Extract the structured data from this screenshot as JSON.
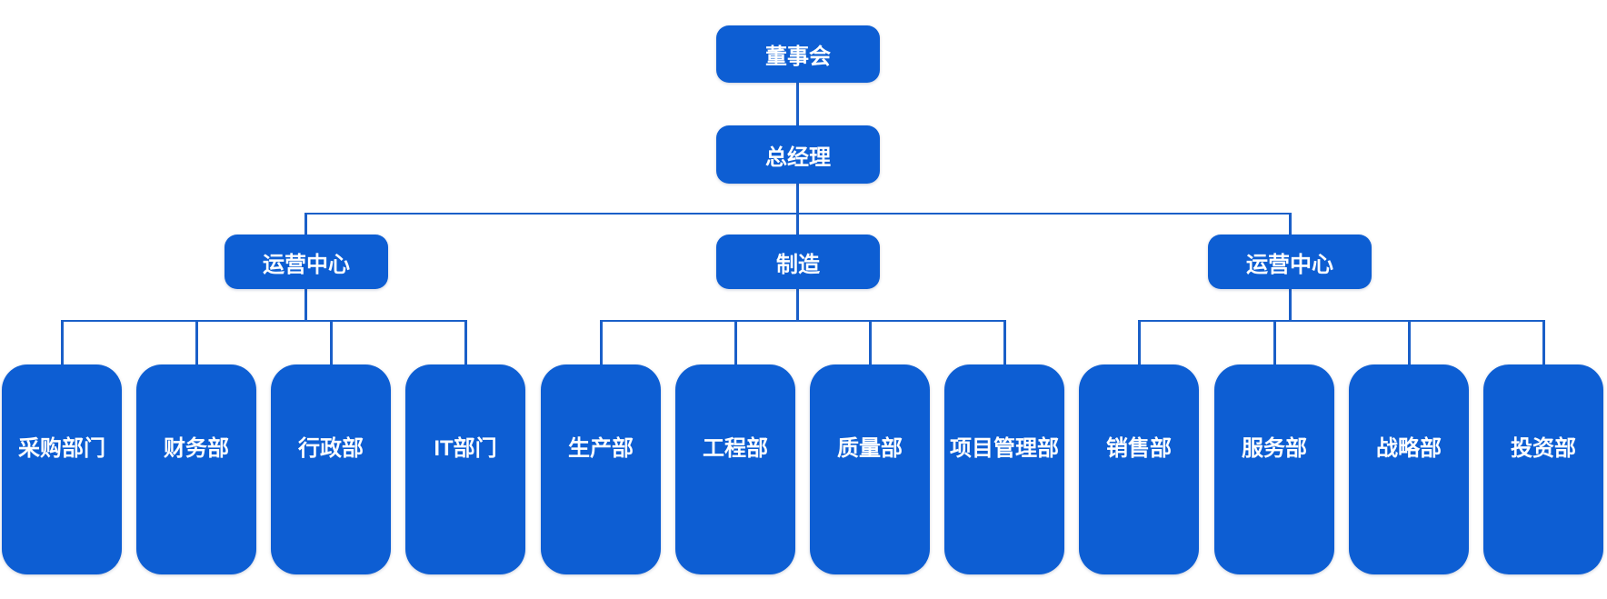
{
  "chart": {
    "type": "org-chart",
    "root": {
      "label": "董事会"
    },
    "manager": {
      "label": "总经理"
    },
    "branches": [
      {
        "label": "运营中心",
        "children": [
          {
            "label": "采购部门"
          },
          {
            "label": "财务部"
          },
          {
            "label": "行政部"
          },
          {
            "label": "IT部门"
          }
        ]
      },
      {
        "label": "制造",
        "children": [
          {
            "label": "生产部"
          },
          {
            "label": "工程部"
          },
          {
            "label": "质量部"
          },
          {
            "label": "项目管理部"
          }
        ]
      },
      {
        "label": "运营中心",
        "children": [
          {
            "label": "销售部"
          },
          {
            "label": "服务部"
          },
          {
            "label": "战略部"
          },
          {
            "label": "投资部"
          }
        ]
      }
    ],
    "colors": {
      "node_fill": "#0d5ed3",
      "node_text": "#ffffff",
      "connector": "#1a5fc8",
      "background": "#ffffff"
    }
  }
}
